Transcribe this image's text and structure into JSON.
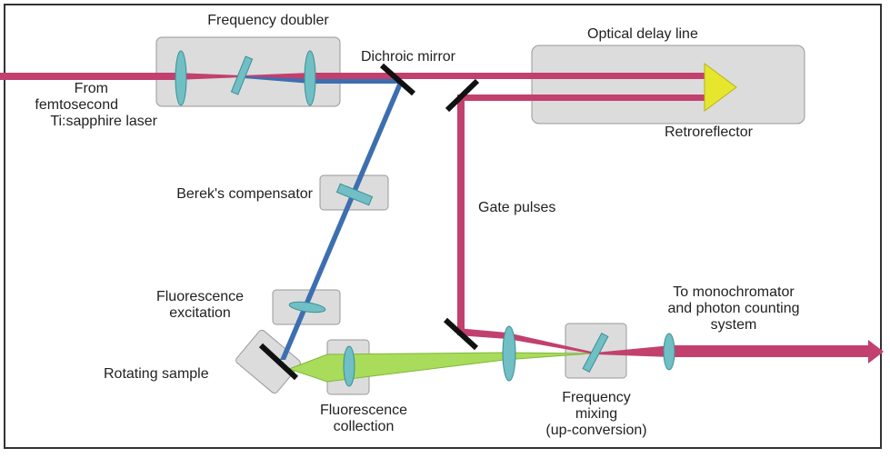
{
  "labels": {
    "frequency_doubler": "Frequency doubler",
    "dichroic_mirror": "Dichroic mirror",
    "optical_delay_line": "Optical delay line",
    "from_laser": [
      "From",
      "femtosecond",
      "Ti:sapphire laser"
    ],
    "retroreflector": "Retroreflector",
    "bereks_compensator": "Berek's compensator",
    "gate_pulses": "Gate pulses",
    "fluorescence_excitation": [
      "Fluorescence",
      "excitation"
    ],
    "to_monochromator": [
      "To monochromator",
      "and photon counting",
      "system"
    ],
    "rotating_sample": "Rotating sample",
    "fluorescence_collection": [
      "Fluorescence",
      "collection"
    ],
    "frequency_mixing": [
      "Frequency",
      "mixing",
      "(up-conversion)"
    ]
  },
  "colors": {
    "fundamental_beam": "#c2406e",
    "second_harmonic_beam": "#3d6fb0",
    "fluorescence_beam": "#a8dc5a",
    "lens": "#6fbfc4",
    "box_fill": "#dcdcdc",
    "retroreflector": "#e6e62c",
    "mirror": "#111111"
  }
}
